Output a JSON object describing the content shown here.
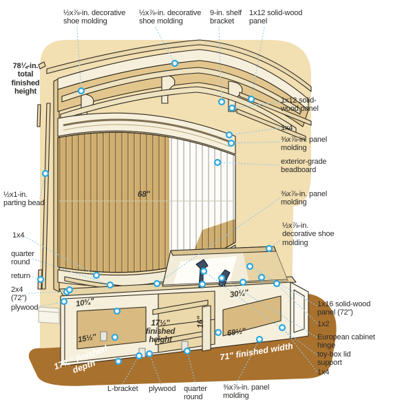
{
  "colors": {
    "accent_blue": "#2da7df",
    "wall": "#f2dfb2",
    "floor": "#a9712e",
    "beadboard": "#cfae6f",
    "wood_cream": "#f6efdb",
    "label_text": "#2a2a28",
    "white_text": "#ffffff"
  },
  "labels": [
    {
      "id": "shoe-molding-top-left",
      "text": "½x⅞-in. decorative\nshoe molding"
    },
    {
      "id": "shoe-molding-top-mid",
      "text": "½x⅞-in. decorative\nshoe molding"
    },
    {
      "id": "shelf-bracket",
      "text": "9-in. shelf\nbracket"
    },
    {
      "id": "solid-wood-panel-top",
      "text": "1x12 solid-wood\npanel"
    },
    {
      "id": "total-finished-height",
      "text": "78¼-in.\ntotal\nfinished\nheight"
    },
    {
      "id": "solid-wood-panel-right",
      "text": "1x12 solid-\nwood panel"
    },
    {
      "id": "one-by-four-right",
      "text": "1x4"
    },
    {
      "id": "panel-molding-right-1",
      "text": "⅜x⅞-in. panel\nmolding"
    },
    {
      "id": "beadboard",
      "text": "exterior-grade\nbeadboard"
    },
    {
      "id": "panel-molding-right-2",
      "text": "⅜x⅞-in. panel\nmolding"
    },
    {
      "id": "shoe-molding-right",
      "text": "½x⅞-in.\ndecorative shoe\nmolding"
    },
    {
      "id": "solid-wood-panel-1x16",
      "text": "1x16 solid-wood\npanel (72\")"
    },
    {
      "id": "one-by-two",
      "text": "1x2"
    },
    {
      "id": "cabinet-hinge",
      "text": "European cabinet\nhinge"
    },
    {
      "id": "lid-support",
      "text": "toy-box lid\nsupport"
    },
    {
      "id": "one-by-four-bottom-right",
      "text": "1x4"
    },
    {
      "id": "parting-bead",
      "text": "½x1-in.\nparting bead"
    },
    {
      "id": "one-by-four-left",
      "text": "1x4"
    },
    {
      "id": "quarter-round-left",
      "text": "quarter\nround"
    },
    {
      "id": "return",
      "text": "return"
    },
    {
      "id": "two-by-four",
      "text": "2x4\n(72\")"
    },
    {
      "id": "plywood-left",
      "text": "plywood"
    },
    {
      "id": "finished-depth",
      "text": "17¾\" finished\ndepth"
    },
    {
      "id": "l-bracket",
      "text": "L-bracket"
    },
    {
      "id": "plywood-bottom",
      "text": "plywood"
    },
    {
      "id": "quarter-round-bottom",
      "text": "quarter\nround"
    },
    {
      "id": "panel-molding-bottom",
      "text": "⅜x⅞-in. panel\nmolding"
    },
    {
      "id": "finished-width",
      "text": "71\" finished width"
    },
    {
      "id": "dim-68",
      "text": "68\""
    },
    {
      "id": "dim-10-3-4",
      "text": "10¾\""
    },
    {
      "id": "dim-15-1-2",
      "text": "15½\""
    },
    {
      "id": "dim-17-1-2",
      "text": "17½\"\nfinished\nheight"
    },
    {
      "id": "dim-16",
      "text": "16\""
    },
    {
      "id": "dim-30-1-4",
      "text": "30¼\""
    },
    {
      "id": "dim-69-1-2",
      "text": "69½\""
    }
  ]
}
